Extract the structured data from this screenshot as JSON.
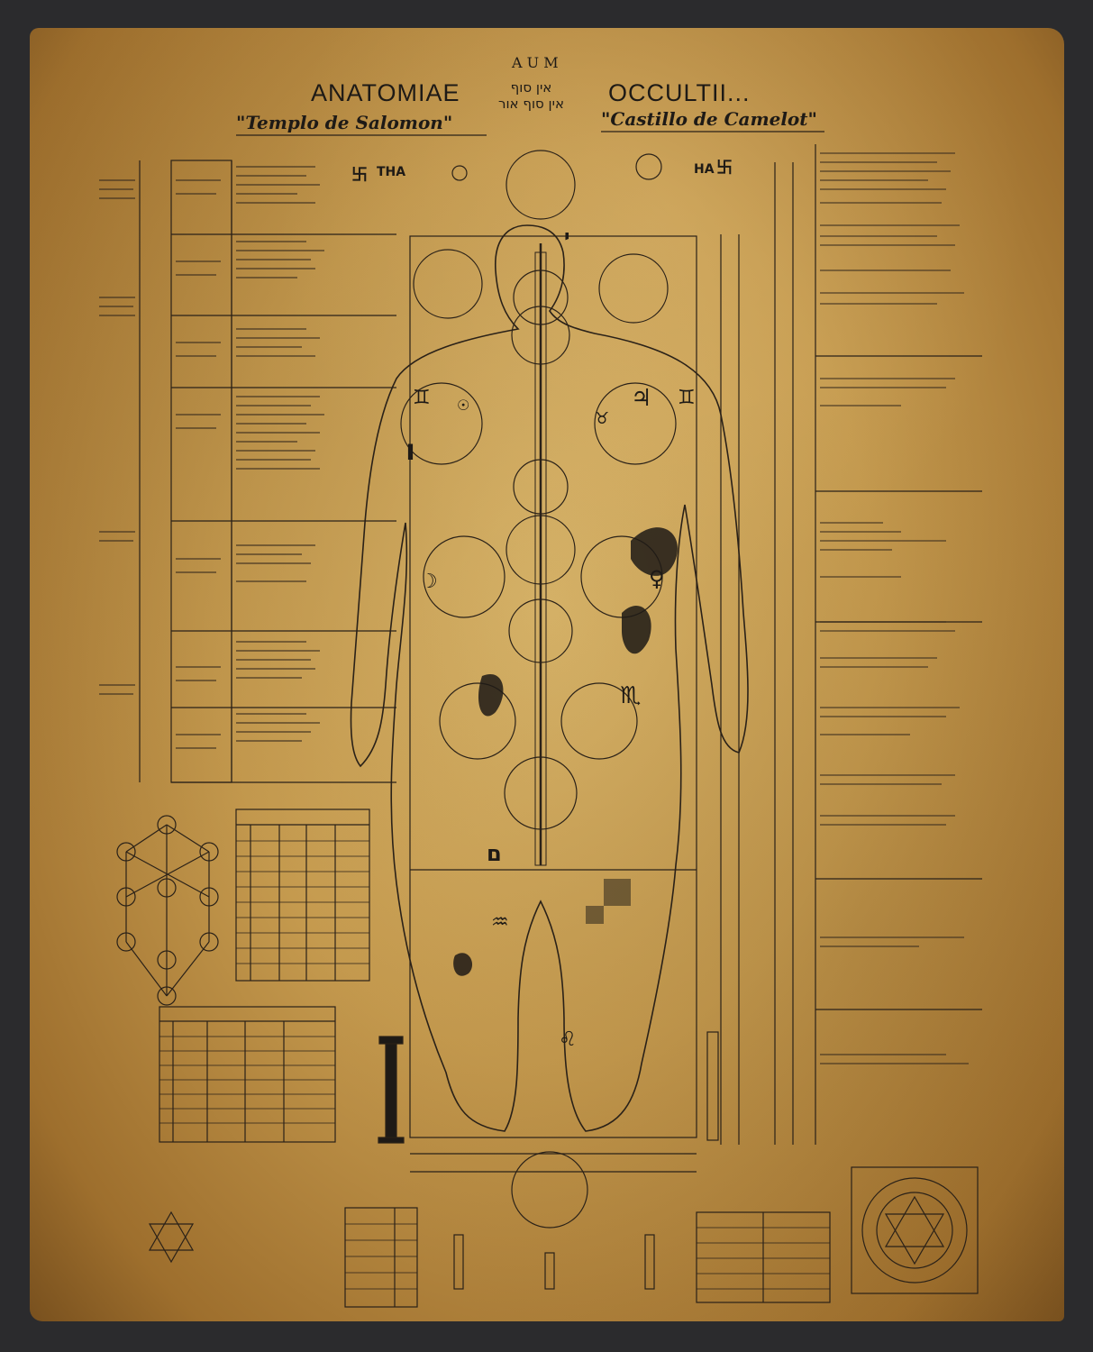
{
  "title": {
    "left": "ANATOMIAE",
    "right": "OCCULTII..."
  },
  "subtitle": {
    "left": "\"Templo de Salomon\"",
    "right": "\"Castillo de Camelot\""
  },
  "aum": "A U M",
  "hebrew": [
    "אין סוף",
    "אין סוף אור"
  ],
  "labels": {
    "tha": "THA",
    "ha": "HA"
  },
  "colors": {
    "frame": "#2b2b2d",
    "ink": "#1e1a16",
    "paper": "#d1a257"
  }
}
